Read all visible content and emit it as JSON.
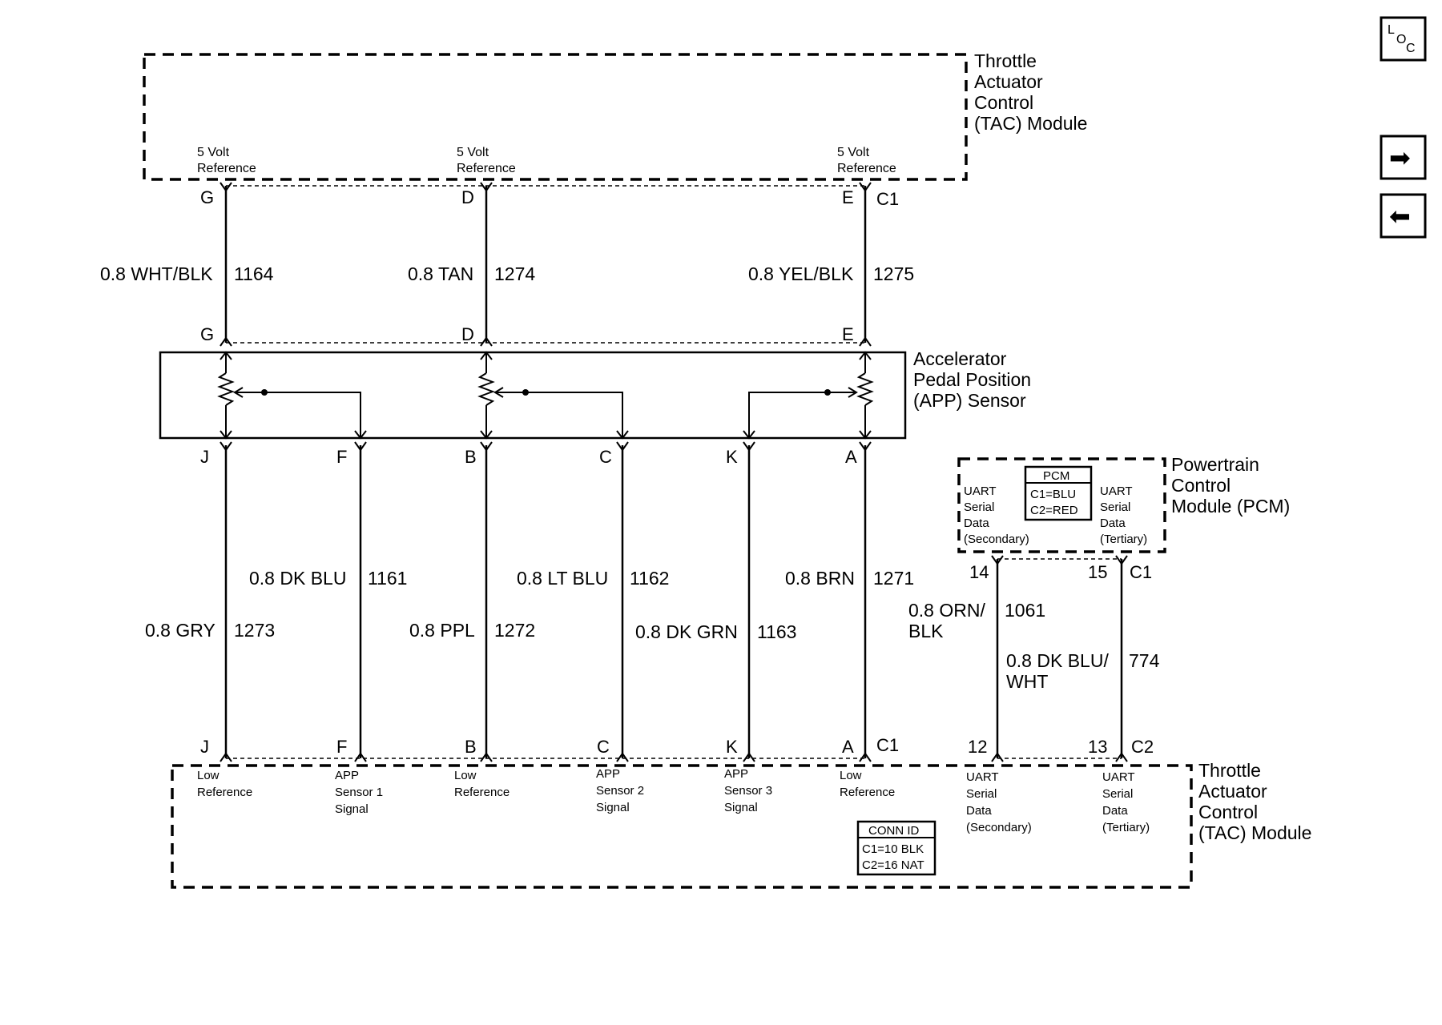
{
  "tac_top": {
    "title": [
      "Throttle",
      "Actuator",
      "Control",
      "(TAC) Module"
    ],
    "terminals": [
      {
        "label": [
          "5 Volt",
          "Reference"
        ]
      },
      {
        "label": [
          "5 Volt",
          "Reference"
        ]
      },
      {
        "label": [
          "5 Volt",
          "Reference"
        ]
      }
    ],
    "connector": "C1"
  },
  "upper_wires": [
    {
      "pin_top": "G",
      "pin_bottom": "G",
      "gauge_color": "0.8 WHT/BLK",
      "circuit": "1164"
    },
    {
      "pin_top": "D",
      "pin_bottom": "D",
      "gauge_color": "0.8 TAN",
      "circuit": "1274"
    },
    {
      "pin_top": "E",
      "pin_bottom": "E",
      "gauge_color": "0.8 YEL/BLK",
      "circuit": "1275"
    }
  ],
  "app_sensor": {
    "title": [
      "Accelerator",
      "Pedal Position",
      "(APP) Sensor"
    ]
  },
  "lower_wires": [
    {
      "pin_top": "J",
      "pin_bottom": "J",
      "gauge_color": "0.8 GRY",
      "circuit": "1273",
      "terminal": [
        "Low",
        "Reference"
      ]
    },
    {
      "pin_top": "F",
      "pin_bottom": "F",
      "gauge_color": "0.8 DK BLU",
      "circuit": "1161",
      "terminal": [
        "APP",
        "Sensor 1",
        "Signal"
      ]
    },
    {
      "pin_top": "B",
      "pin_bottom": "B",
      "gauge_color": "0.8 PPL",
      "circuit": "1272",
      "terminal": [
        "Low",
        "Reference"
      ]
    },
    {
      "pin_top": "C",
      "pin_bottom": "C",
      "gauge_color": "0.8 LT BLU",
      "circuit": "1162",
      "terminal": [
        "APP",
        "Sensor 2",
        "Signal"
      ]
    },
    {
      "pin_top": "K",
      "pin_bottom": "K",
      "gauge_color": "0.8 DK GRN",
      "circuit": "1163",
      "terminal": [
        "APP",
        "Sensor 3",
        "Signal"
      ]
    },
    {
      "pin_top": "A",
      "pin_bottom": "A",
      "gauge_color": "0.8 BRN",
      "circuit": "1271",
      "terminal": [
        "Low",
        "Reference"
      ]
    }
  ],
  "pcm": {
    "title": [
      "Powertrain",
      "Control",
      "Module (PCM)"
    ],
    "inner_title": "PCM",
    "inner_lines": [
      "C1=BLU",
      "C2=RED"
    ],
    "left_terminal": [
      "UART",
      "Serial",
      "Data",
      "(Secondary)"
    ],
    "right_terminal": [
      "UART",
      "Serial",
      "Data",
      "(Tertiary)"
    ],
    "connector": "C1"
  },
  "pcm_wires": [
    {
      "pin_top": "14",
      "pin_bottom": "12",
      "gauge_color": [
        "0.8 ORN/",
        "BLK"
      ],
      "circuit": "1061",
      "terminal": [
        "UART",
        "Serial",
        "Data",
        "(Secondary)"
      ]
    },
    {
      "pin_top": "15",
      "pin_bottom": "13",
      "gauge_color": [
        "0.8 DK BLU/",
        "WHT"
      ],
      "circuit": "774",
      "terminal": [
        "UART",
        "Serial",
        "Data",
        "(Tertiary)"
      ]
    }
  ],
  "tac_bottom": {
    "title": [
      "Throttle",
      "Actuator",
      "Control",
      "(TAC) Module"
    ],
    "connector_c1": "C1",
    "connector_c2": "C2",
    "conn_id_title": "CONN ID",
    "conn_id_lines": [
      "C1=10 BLK",
      "C2=16 NAT"
    ]
  },
  "nav": {
    "loc_label_l": "L",
    "loc_label_o": "O",
    "loc_label_c": "C",
    "next_glyph": "➡",
    "prev_glyph": "⬅"
  }
}
